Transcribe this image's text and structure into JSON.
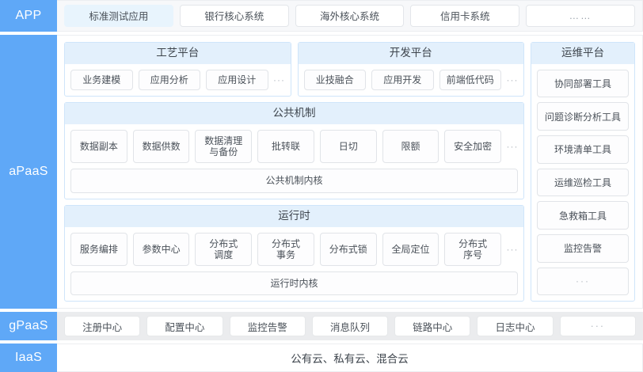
{
  "tiers": {
    "app": "APP",
    "apaas": "aPaaS",
    "gpaas": "gPaaS",
    "iaas": "IaaS"
  },
  "colors": {
    "tier_blue": "#5fa8f7",
    "panel_head": "#e3f0fc",
    "panel_border": "#cfe5fa",
    "chip_border": "#e1e4e8",
    "gpaas_band": "#ebecee",
    "active_chip": "#e8f4fd"
  },
  "app_row": {
    "items": [
      {
        "label": "标准测试应用",
        "active": true
      },
      {
        "label": "银行核心系统",
        "active": false
      },
      {
        "label": "海外核心系统",
        "active": false
      },
      {
        "label": "信用卡系统",
        "active": false
      },
      {
        "label": "……",
        "active": false
      }
    ]
  },
  "apaas": {
    "craft_platform": {
      "title": "工艺平台",
      "items": [
        "业务建模",
        "应用分析",
        "应用设计"
      ],
      "more": "···"
    },
    "dev_platform": {
      "title": "开发平台",
      "items": [
        "业技融合",
        "应用开发",
        "前端低代码"
      ],
      "more": "···"
    },
    "common_mechanism": {
      "title": "公共机制",
      "items": [
        "数据副本",
        "数据供数",
        "数据清理\n与备份",
        "批转联",
        "日切",
        "限额",
        "安全加密"
      ],
      "more": "···",
      "kernel": "公共机制内核"
    },
    "runtime": {
      "title": "运行时",
      "items": [
        "服务编排",
        "参数中心",
        "分布式\n调度",
        "分布式\n事务",
        "分布式锁",
        "全局定位",
        "分布式\n序号"
      ],
      "more": "···",
      "kernel": "运行时内核"
    },
    "ops_platform": {
      "title": "运维平台",
      "items": [
        "协同部署工具",
        "问题诊断分析工具",
        "环境清单工具",
        "运维巡检工具",
        "急救箱工具",
        "监控告警",
        "···"
      ]
    }
  },
  "gpaas_row": {
    "items": [
      "注册中心",
      "配置中心",
      "监控告警",
      "消息队列",
      "链路中心",
      "日志中心",
      "···"
    ]
  },
  "iaas_row": {
    "text": "公有云、私有云、混合云"
  }
}
